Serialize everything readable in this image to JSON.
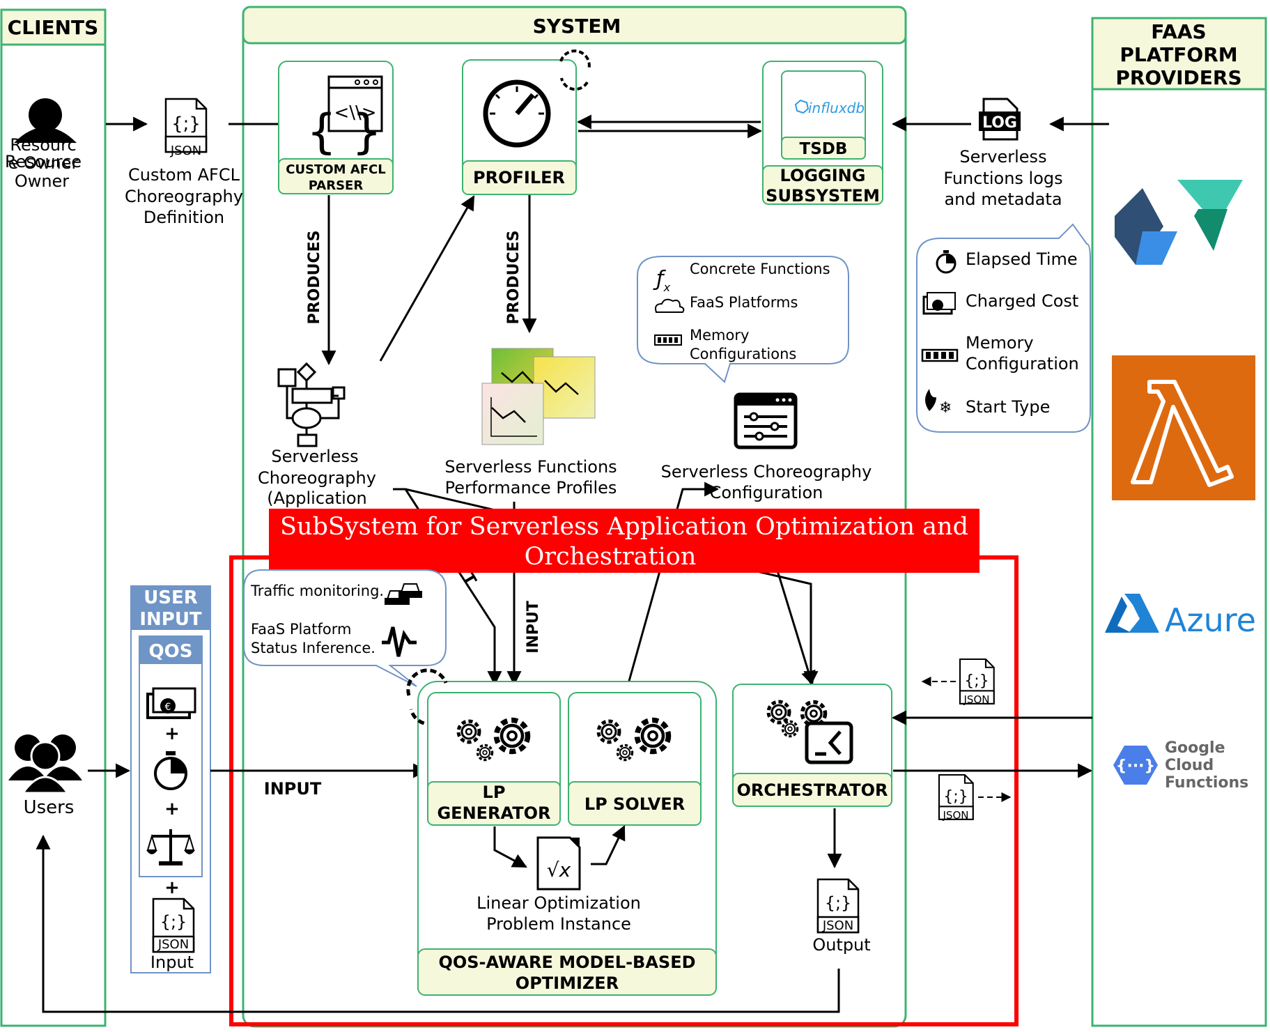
{
  "columns": {
    "clients": "CLIENTS",
    "system": "SYSTEM",
    "providers": [
      "FAAS",
      "PLATFORM",
      "PROVIDERS"
    ]
  },
  "clients": {
    "resource_owner": [
      "Resourc",
      "Resource",
      "e Owner",
      "Owner"
    ],
    "users": "Users"
  },
  "afcl_definition": [
    "Custom AFCL",
    "Choreography",
    "Definition"
  ],
  "json_label": "JSON",
  "log_label": "LOG",
  "parser": [
    "CUSTOM AFCL",
    "PARSER"
  ],
  "profiler": "PROFILER",
  "tsdb": "TSDB",
  "influxdb": "influxdb",
  "logging": [
    "LOGGING",
    "SUBSYSTEM"
  ],
  "sf_logs": [
    "Serverless",
    "Functions logs",
    "and metadata"
  ],
  "metadata_items": [
    "Elapsed Time",
    "Charged Cost",
    "Memory",
    "Configuration",
    "Start Type"
  ],
  "produces": "PRODUCES",
  "input": "INPUT",
  "choreography_app": [
    "Serverless",
    "Choreography",
    "(Application"
  ],
  "perf_profiles": [
    "Serverless Functions",
    "Performance Profiles"
  ],
  "config_bubble": [
    "Concrete Functions",
    "FaaS Platforms",
    "Memory",
    "Configurations"
  ],
  "fx": "fx",
  "choreo_config": [
    "Serverless Choreography",
    "Configuration"
  ],
  "subsystem_title": [
    "SubSystem for Serverless Application Optimization and",
    "Orchestration"
  ],
  "monitor_bubble": [
    "Traffic monitoring.",
    "FaaS Platform",
    "Status Inference."
  ],
  "user_input": [
    "USER",
    "INPUT"
  ],
  "qos": "QOS",
  "plus": "+",
  "input_json": "Input",
  "lp_generator": [
    "LP",
    "GENERATOR"
  ],
  "lp_solver": "LP SOLVER",
  "orchestrator": "ORCHESTRATOR",
  "lp_instance": [
    "Linear Optimization",
    "Problem Instance"
  ],
  "optimizer": [
    "QOS-AWARE MODEL-BASED",
    "OPTIMIZER"
  ],
  "output": "Output",
  "azure": "Azure",
  "gcf": [
    "Google",
    "Cloud",
    "Functions"
  ],
  "colors": {
    "green_border": "#3cb371",
    "header_fill": "#f6f8dc",
    "red_box": "#ff0000",
    "blue_header": "#6f94c6",
    "lambda_orange": "#de6a10",
    "azure_blue": "#1f84d6",
    "gcf_blue": "#4a7ee8"
  },
  "icons": [
    "user-icon",
    "users-icon",
    "json-file-icon",
    "code-window-icon",
    "gauge-icon",
    "sync-icon",
    "influxdb-logo",
    "log-file-icon",
    "stopwatch-icon",
    "banknote-icon",
    "memory-chip-icon",
    "fire-snow-icon",
    "flowchart-icon",
    "chart-cards-icon",
    "function-icon",
    "cloud-icon",
    "settings-window-icon",
    "gears-icon",
    "terminal-icon",
    "sqrt-file-icon",
    "cars-icon",
    "pulse-icon",
    "scales-icon",
    "openwhisk-logo",
    "lambda-logo",
    "azure-logo",
    "google-cloud-functions-logo"
  ]
}
